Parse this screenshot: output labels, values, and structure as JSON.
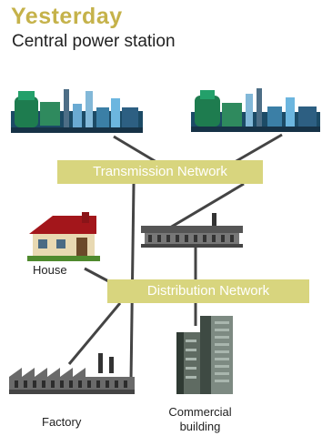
{
  "heading": {
    "title": "Yesterday",
    "subtitle": "Central power station"
  },
  "networks": {
    "transmission": "Transmission Network",
    "distribution": "Distribution Network"
  },
  "nodes": {
    "house": "House",
    "factory": "Factory",
    "commercial_line1": "Commercial",
    "commercial_line2": "building"
  },
  "colors": {
    "title": "#c5b24a",
    "network_box": "#d8d57e",
    "line": "#444444"
  }
}
